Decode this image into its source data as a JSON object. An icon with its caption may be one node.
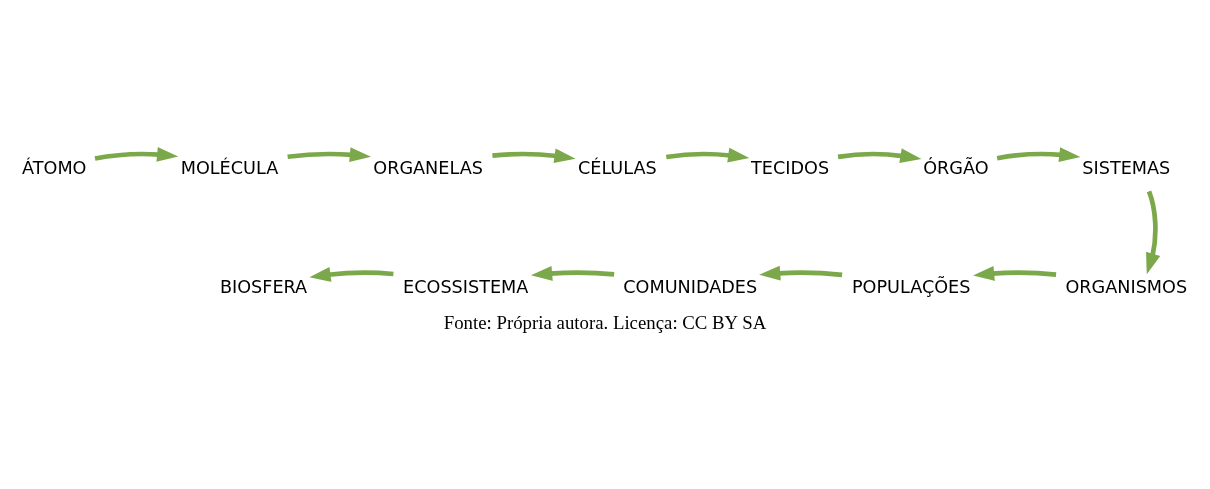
{
  "diagram": {
    "caption": "Fonte: Própria autora. Licença: CC BY SA",
    "nodes": [
      {
        "text": [
          "ÁTOMO"
        ]
      },
      {
        "text": [
          "MOLÉCULA"
        ]
      },
      {
        "text": [
          "ORGANELAS"
        ]
      },
      {
        "text": [
          "CÉLULAS"
        ]
      },
      {
        "text": [
          "TECIDOS"
        ]
      },
      {
        "text": [
          "ÓRGÃO"
        ]
      },
      {
        "text": [
          "SISTEMAS"
        ]
      },
      {
        "text": [
          "BIOSFERA"
        ]
      },
      {
        "text": [
          "ECOSSISTEMA"
        ]
      },
      {
        "text": [
          "COMUNIDADES"
        ]
      },
      {
        "text": [
          "POPULAÇÕES"
        ]
      },
      {
        "text": [
          "ORGANISMOS"
        ]
      }
    ],
    "edges": [
      {
        "from": 0,
        "to": 1,
        "arrow": "to"
      },
      {
        "from": 1,
        "to": 2,
        "arrow": "to"
      },
      {
        "from": 2,
        "to": 3,
        "arrow": "to"
      },
      {
        "from": 3,
        "to": 4,
        "arrow": "to"
      },
      {
        "from": 4,
        "to": 5,
        "arrow": "to"
      },
      {
        "from": 5,
        "to": 6,
        "arrow": "to"
      },
      {
        "from": 6,
        "to": 11,
        "arrow": "to"
      },
      {
        "from": 11,
        "to": 10,
        "arrow": "to"
      },
      {
        "from": 10,
        "to": 9,
        "arrow": "to"
      },
      {
        "from": 9,
        "to": 8,
        "arrow": "to"
      },
      {
        "from": 8,
        "to": 7,
        "arrow": "to"
      }
    ]
  }
}
